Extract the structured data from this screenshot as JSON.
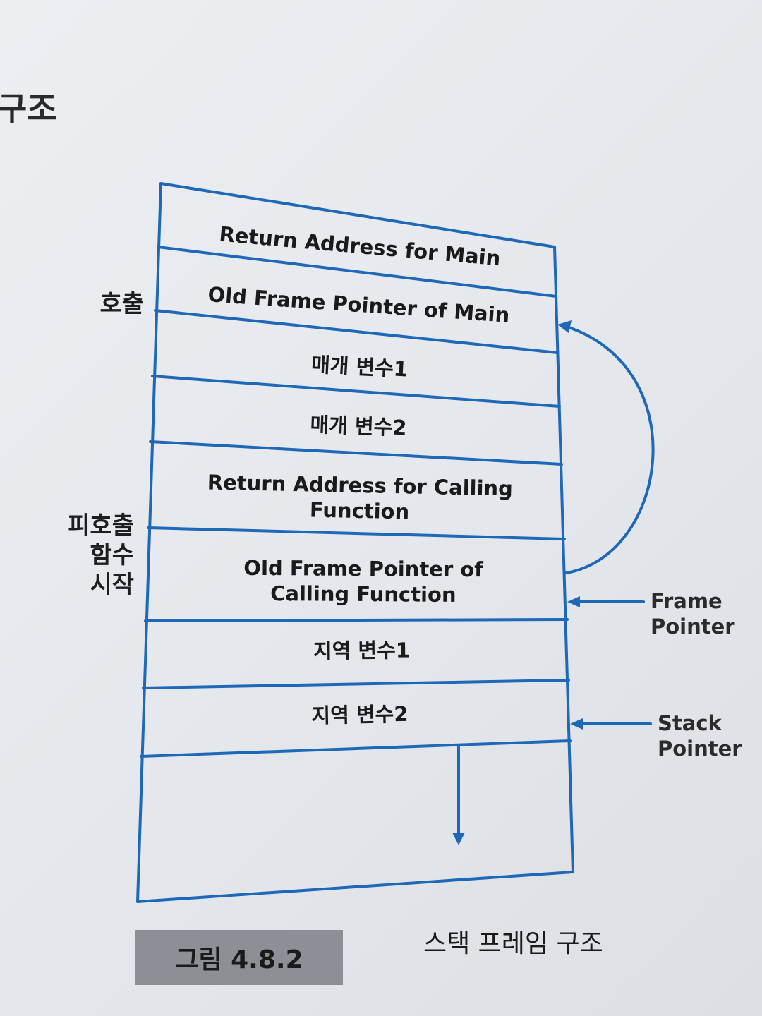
{
  "heading": "구조",
  "side_labels": {
    "call": "호출",
    "callee_start": [
      "피호출",
      "함수",
      "시작"
    ]
  },
  "frames": [
    "Return Address for Main",
    "Old Frame Pointer of Main",
    "매개 변수1",
    "매개 변수2",
    "Return Address for Calling Function",
    "Old Frame Pointer of Calling Function",
    "지역 변수1",
    "지역 변수2",
    ""
  ],
  "pointers": {
    "frame": [
      "Frame",
      "Pointer"
    ],
    "stack": [
      "Stack",
      "Pointer"
    ]
  },
  "caption": {
    "number": "그림 4.8.2",
    "title": "스택 프레임 구조"
  },
  "colors": {
    "line": "#1f68b7",
    "caption_bg": "#8c9096"
  }
}
